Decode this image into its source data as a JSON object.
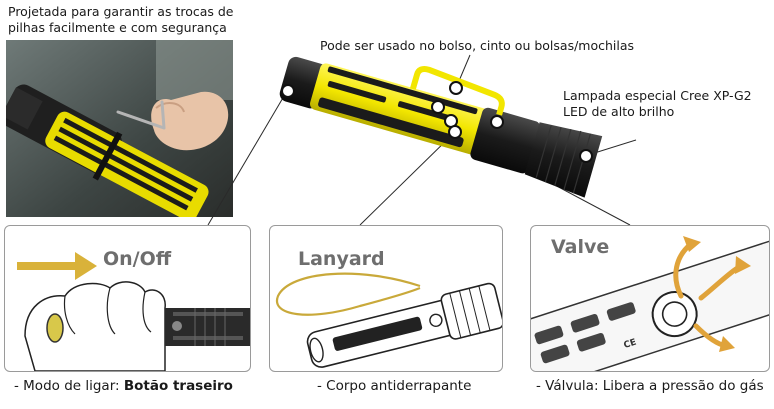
{
  "callouts": {
    "battery": "Projetada para garantir as trocas de\npilhas facilmente e com segurança",
    "pocket": "Pode ser usado no bolso, cinto ou bolsas/mochilas",
    "led_line1": "Lampada especial Cree XP-G2",
    "led_line2": "LED de alto brilho"
  },
  "panels": {
    "onoff": {
      "title": "On/Off",
      "caption_prefix": "- Modo de ligar: ",
      "caption_bold": "Botão traseiro"
    },
    "lanyard": {
      "title": "Lanyard",
      "caption": "- Corpo antiderrapante"
    },
    "valve": {
      "title": "Valve",
      "caption": "- Válvula: Libera a pressão do gás"
    }
  },
  "colors": {
    "accent_yellow": "#f2e600",
    "body_black": "#1b1b1b",
    "arrow_gold": "#d9b23a",
    "panel_border": "#9a9a9a"
  }
}
